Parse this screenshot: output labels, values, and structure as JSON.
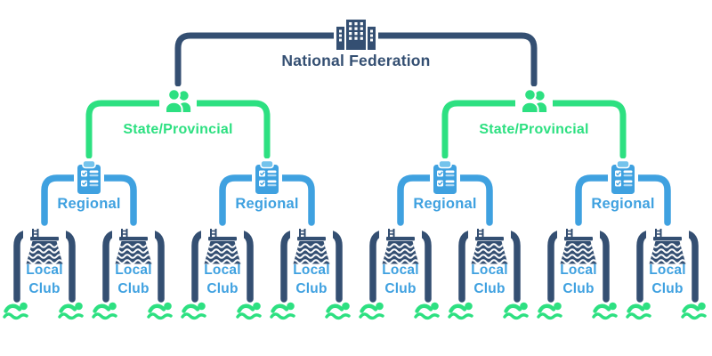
{
  "diagram": {
    "type": "organization-hierarchy",
    "palette": {
      "navy": "#344f72",
      "green": "#2de081",
      "blue": "#3fa1e0",
      "background": "#ffffff"
    },
    "levels": {
      "national": {
        "label": "National Federation",
        "icon": "building-icon",
        "color": "#344f72"
      },
      "states": [
        {
          "label": "State/Provincial",
          "icon": "users-icon",
          "color": "#2de081"
        },
        {
          "label": "State/Provincial",
          "icon": "users-icon",
          "color": "#2de081"
        }
      ],
      "regionals": [
        {
          "label": "Regional",
          "icon": "clipboard-icon",
          "color": "#3fa1e0"
        },
        {
          "label": "Regional",
          "icon": "clipboard-icon",
          "color": "#3fa1e0"
        },
        {
          "label": "Regional",
          "icon": "clipboard-icon",
          "color": "#3fa1e0"
        },
        {
          "label": "Regional",
          "icon": "clipboard-icon",
          "color": "#3fa1e0"
        }
      ],
      "clubs": [
        {
          "label": "Local Club",
          "icon": "pool-icon",
          "color": "#3fa1e0"
        },
        {
          "label": "Local Club",
          "icon": "pool-icon",
          "color": "#3fa1e0"
        },
        {
          "label": "Local Club",
          "icon": "pool-icon",
          "color": "#3fa1e0"
        },
        {
          "label": "Local Club",
          "icon": "pool-icon",
          "color": "#3fa1e0"
        },
        {
          "label": "Local Club",
          "icon": "pool-icon",
          "color": "#3fa1e0"
        },
        {
          "label": "Local Club",
          "icon": "pool-icon",
          "color": "#3fa1e0"
        },
        {
          "label": "Local Club",
          "icon": "pool-icon",
          "color": "#3fa1e0"
        },
        {
          "label": "Local Club",
          "icon": "pool-icon",
          "color": "#3fa1e0"
        }
      ],
      "members": {
        "icon": "swimmer-icon",
        "count": 16,
        "color": "#2de081"
      }
    }
  }
}
